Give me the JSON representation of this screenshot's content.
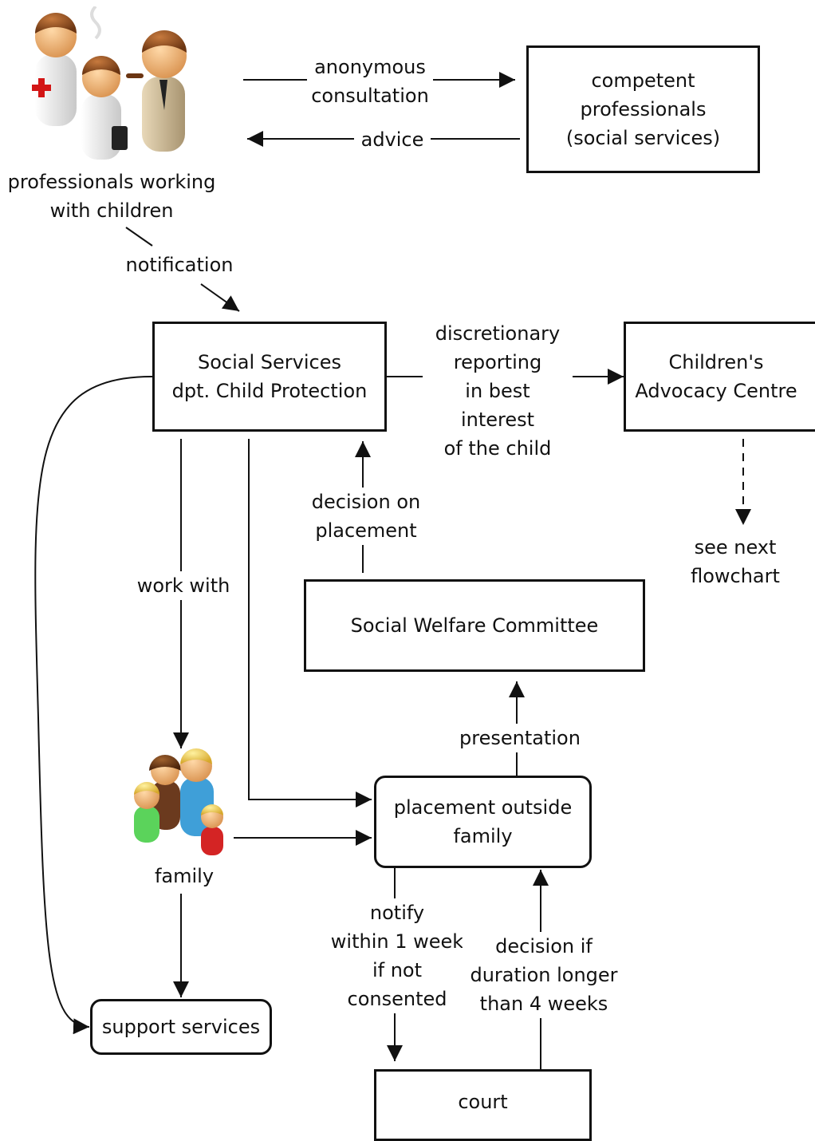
{
  "boxes": {
    "competent_professionals": "competent\nprofessionals\n(social services)",
    "social_services": "Social Services\ndpt. Child Protection",
    "advocacy_centre": "Children's\nAdvocacy Centre",
    "welfare_committee": "Social Welfare Committee",
    "placement": "placement outside\nfamily",
    "support_services": "support services",
    "court": "court"
  },
  "actors": {
    "professionals": "professionals working\nwith children",
    "family": "family"
  },
  "labels": {
    "anonymous_consultation": "anonymous\nconsultation",
    "advice": "advice",
    "notification": "notification",
    "discretionary_reporting": "discretionary\nreporting\nin best interest\nof the child",
    "decision_on_placement": "decision on\nplacement",
    "see_next_flowchart": "see next\nflowchart",
    "work_with": "work with",
    "presentation": "presentation",
    "notify": "notify\nwithin 1 week\nif not\nconsented",
    "decision_duration": "decision if\nduration longer\nthan 4 weeks"
  },
  "icons": {
    "professionals": "professionals-people-icon",
    "family": "family-people-icon"
  }
}
